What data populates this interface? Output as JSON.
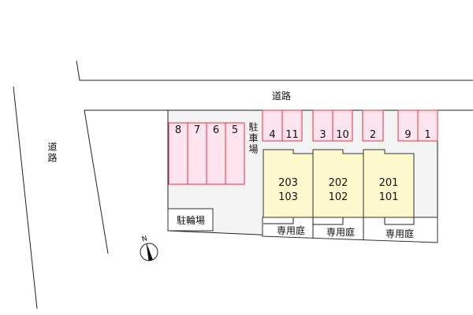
{
  "roads": {
    "top": "道路",
    "left": "道路"
  },
  "parking_label": "駐車場",
  "bicycle_parking": "駐輪場",
  "parking_spaces": [
    "8",
    "7",
    "6",
    "5",
    "4",
    "11",
    "3",
    "10",
    "2",
    "9",
    "1"
  ],
  "units": [
    {
      "upper": "203",
      "lower": "103",
      "garden": "専用庭"
    },
    {
      "upper": "202",
      "lower": "102",
      "garden": "専用庭"
    },
    {
      "upper": "201",
      "lower": "101",
      "garden": "専用庭"
    }
  ],
  "compass": "N",
  "colors": {
    "parking_fill": "#fde4ee",
    "parking_stroke": "#e8323c",
    "building_fill": "#fdf9cc",
    "site_fill": "#f3f3f3"
  }
}
